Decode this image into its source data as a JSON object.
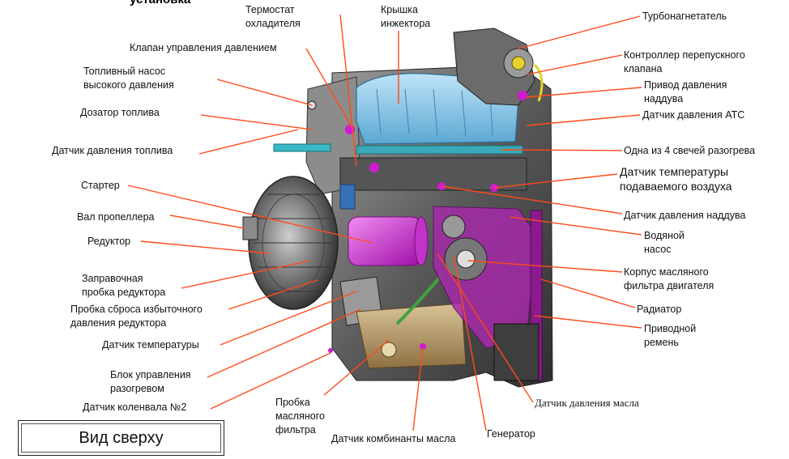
{
  "title_fragment": "установка",
  "view_button": "Вид сверху",
  "labels": [
    {
      "id": "thermostat",
      "text": "Термостат\nохладителя"
    },
    {
      "id": "injector-cover",
      "text": "Крышка\nинжектора"
    },
    {
      "id": "turbo",
      "text": "Турбонагнетатель"
    },
    {
      "id": "pressure-valve",
      "text": "Клапан управления давлением"
    },
    {
      "id": "wastegate",
      "text": "Контроллер перепускного\nклапана"
    },
    {
      "id": "hp-pump",
      "text": "Топливный насос\nвысокого давления"
    },
    {
      "id": "boost-drive",
      "text": "Привод давления\nнаддува"
    },
    {
      "id": "fuel-meter",
      "text": "Дозатор топлива"
    },
    {
      "id": "atc-sensor",
      "text": "Датчик давления АТС"
    },
    {
      "id": "fuel-pressure-sensor",
      "text": "Датчик давления топлива"
    },
    {
      "id": "glow-plug",
      "text": "Одна из 4 свечей разогрева"
    },
    {
      "id": "starter",
      "text": "Стартер"
    },
    {
      "id": "intake-temp",
      "text": "Датчик температуры\nподаваемого воздуха"
    },
    {
      "id": "prop-shaft",
      "text": "Вал пропеллера"
    },
    {
      "id": "boost-sensor",
      "text": "Датчик давления наддува"
    },
    {
      "id": "reducer",
      "text": "Редуктор"
    },
    {
      "id": "water-pump",
      "text": "Водяной\nнасос"
    },
    {
      "id": "filler-plug",
      "text": "Заправочная\nпробка редуктора"
    },
    {
      "id": "oil-filter-housing",
      "text": "Корпус масляного\nфильтра двигателя"
    },
    {
      "id": "relief-plug",
      "text": "Пробка сброса избыточного\nдавления редуктора"
    },
    {
      "id": "radiator",
      "text": "Радиатор"
    },
    {
      "id": "temp-sensor",
      "text": "Датчик температуры"
    },
    {
      "id": "drive-belt",
      "text": "Приводной\nремень"
    },
    {
      "id": "heater-ecu",
      "text": "Блок управления\nразогревом"
    },
    {
      "id": "crank-sensor",
      "text": "Датчик коленвала №2"
    },
    {
      "id": "oil-pressure",
      "text": "Датчик давления масла"
    },
    {
      "id": "oil-filter-plug",
      "text": "Пробка\nмасляного\nфильтра"
    },
    {
      "id": "oil-combo",
      "text": "Датчик комбинанты масла"
    },
    {
      "id": "generator",
      "text": "Генератор"
    }
  ],
  "colors": {
    "leader": "#ff4a1a",
    "magenta": "#d11ad1",
    "blue": "#7fc4e8",
    "metal_dark": "#3a3a3a",
    "metal_mid": "#7d7d7d",
    "metal_light": "#c9c9c9",
    "oil_pan": "#b89a6a",
    "cyan_pipe": "#39b7c4"
  }
}
